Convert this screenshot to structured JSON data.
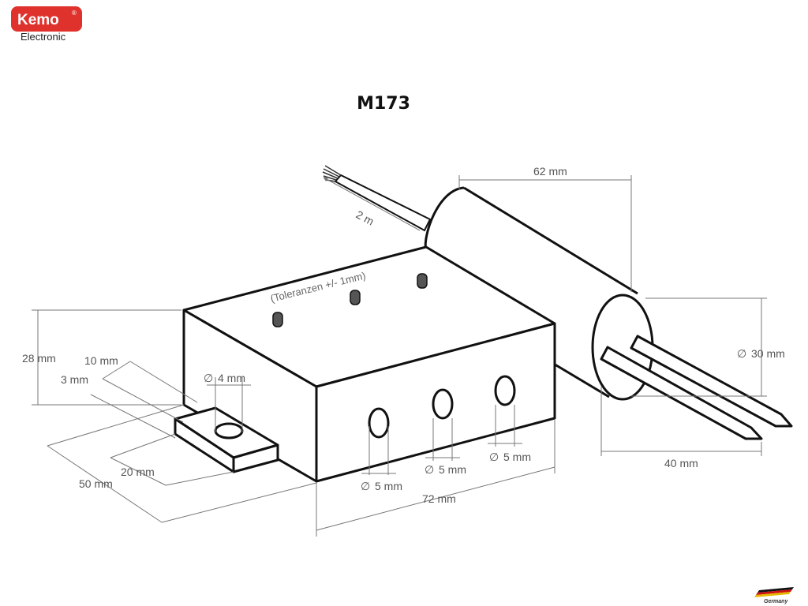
{
  "logo": {
    "brand": "Kemo",
    "registered": "®",
    "subtitle": "Electronic",
    "brand_color": "#e0322d"
  },
  "title": "M173",
  "tolerance_note": "(Toleranzen +/- 1mm)",
  "dimensions": {
    "cable_length": "2 m",
    "electrode_length": "62 mm",
    "height": "28 mm",
    "tab_offset_10": "10 mm",
    "tab_thickness": "3 mm",
    "mount_hole": "4 mm",
    "tab_width": "20 mm",
    "depth": "50 mm",
    "led_hole_1": "5 mm",
    "led_hole_2": "5 mm",
    "led_hole_3": "5 mm",
    "width": "72 mm",
    "electrode_diameter": "30 mm",
    "electrode_pins": "40 mm"
  },
  "footer": {
    "country": "Germany"
  }
}
